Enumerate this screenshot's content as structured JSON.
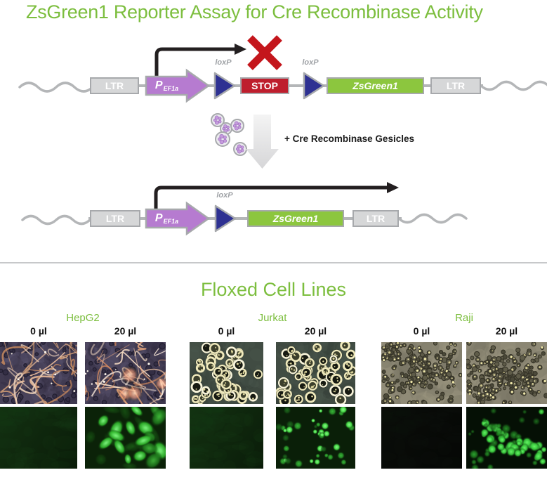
{
  "page": {
    "title": "ZsGreen1 Reporter Assay for Cre Recombinase Activity"
  },
  "diagram": {
    "labels": {
      "ltr": "LTR",
      "promoter_p": "P",
      "promoter_sub": "EF1a",
      "loxp": "loxP",
      "stop": "STOP",
      "zsgreen": "ZsGreen1"
    },
    "treatment_label": "+ Cre Recombinase Gesicles",
    "colors": {
      "accent_green": "#7CBE3E",
      "zsgreen_box": "#8CC63E",
      "promoter_purple": "#B67BD0",
      "loxp_blue": "#2E3192",
      "stop_red": "#BE1E2D",
      "ltr_gray": "#D6D7D8",
      "outline_gray": "#A7A9AC",
      "dna_gray": "#B4B6B8",
      "arrow_black": "#231F20",
      "x_red": "#C4161C",
      "fluor_green": "#3ED547"
    }
  },
  "floxed_section": {
    "title": "Floxed Cell Lines",
    "groups": [
      {
        "name": "HepG2",
        "cols": [
          {
            "volume": "0 µl"
          },
          {
            "volume": "20 µl"
          }
        ]
      },
      {
        "name": "Jurkat",
        "cols": [
          {
            "volume": "0 µl"
          },
          {
            "volume": "20 µl"
          }
        ]
      },
      {
        "name": "Raji",
        "cols": [
          {
            "volume": "0 µl"
          },
          {
            "volume": "20 µl"
          }
        ]
      }
    ]
  }
}
